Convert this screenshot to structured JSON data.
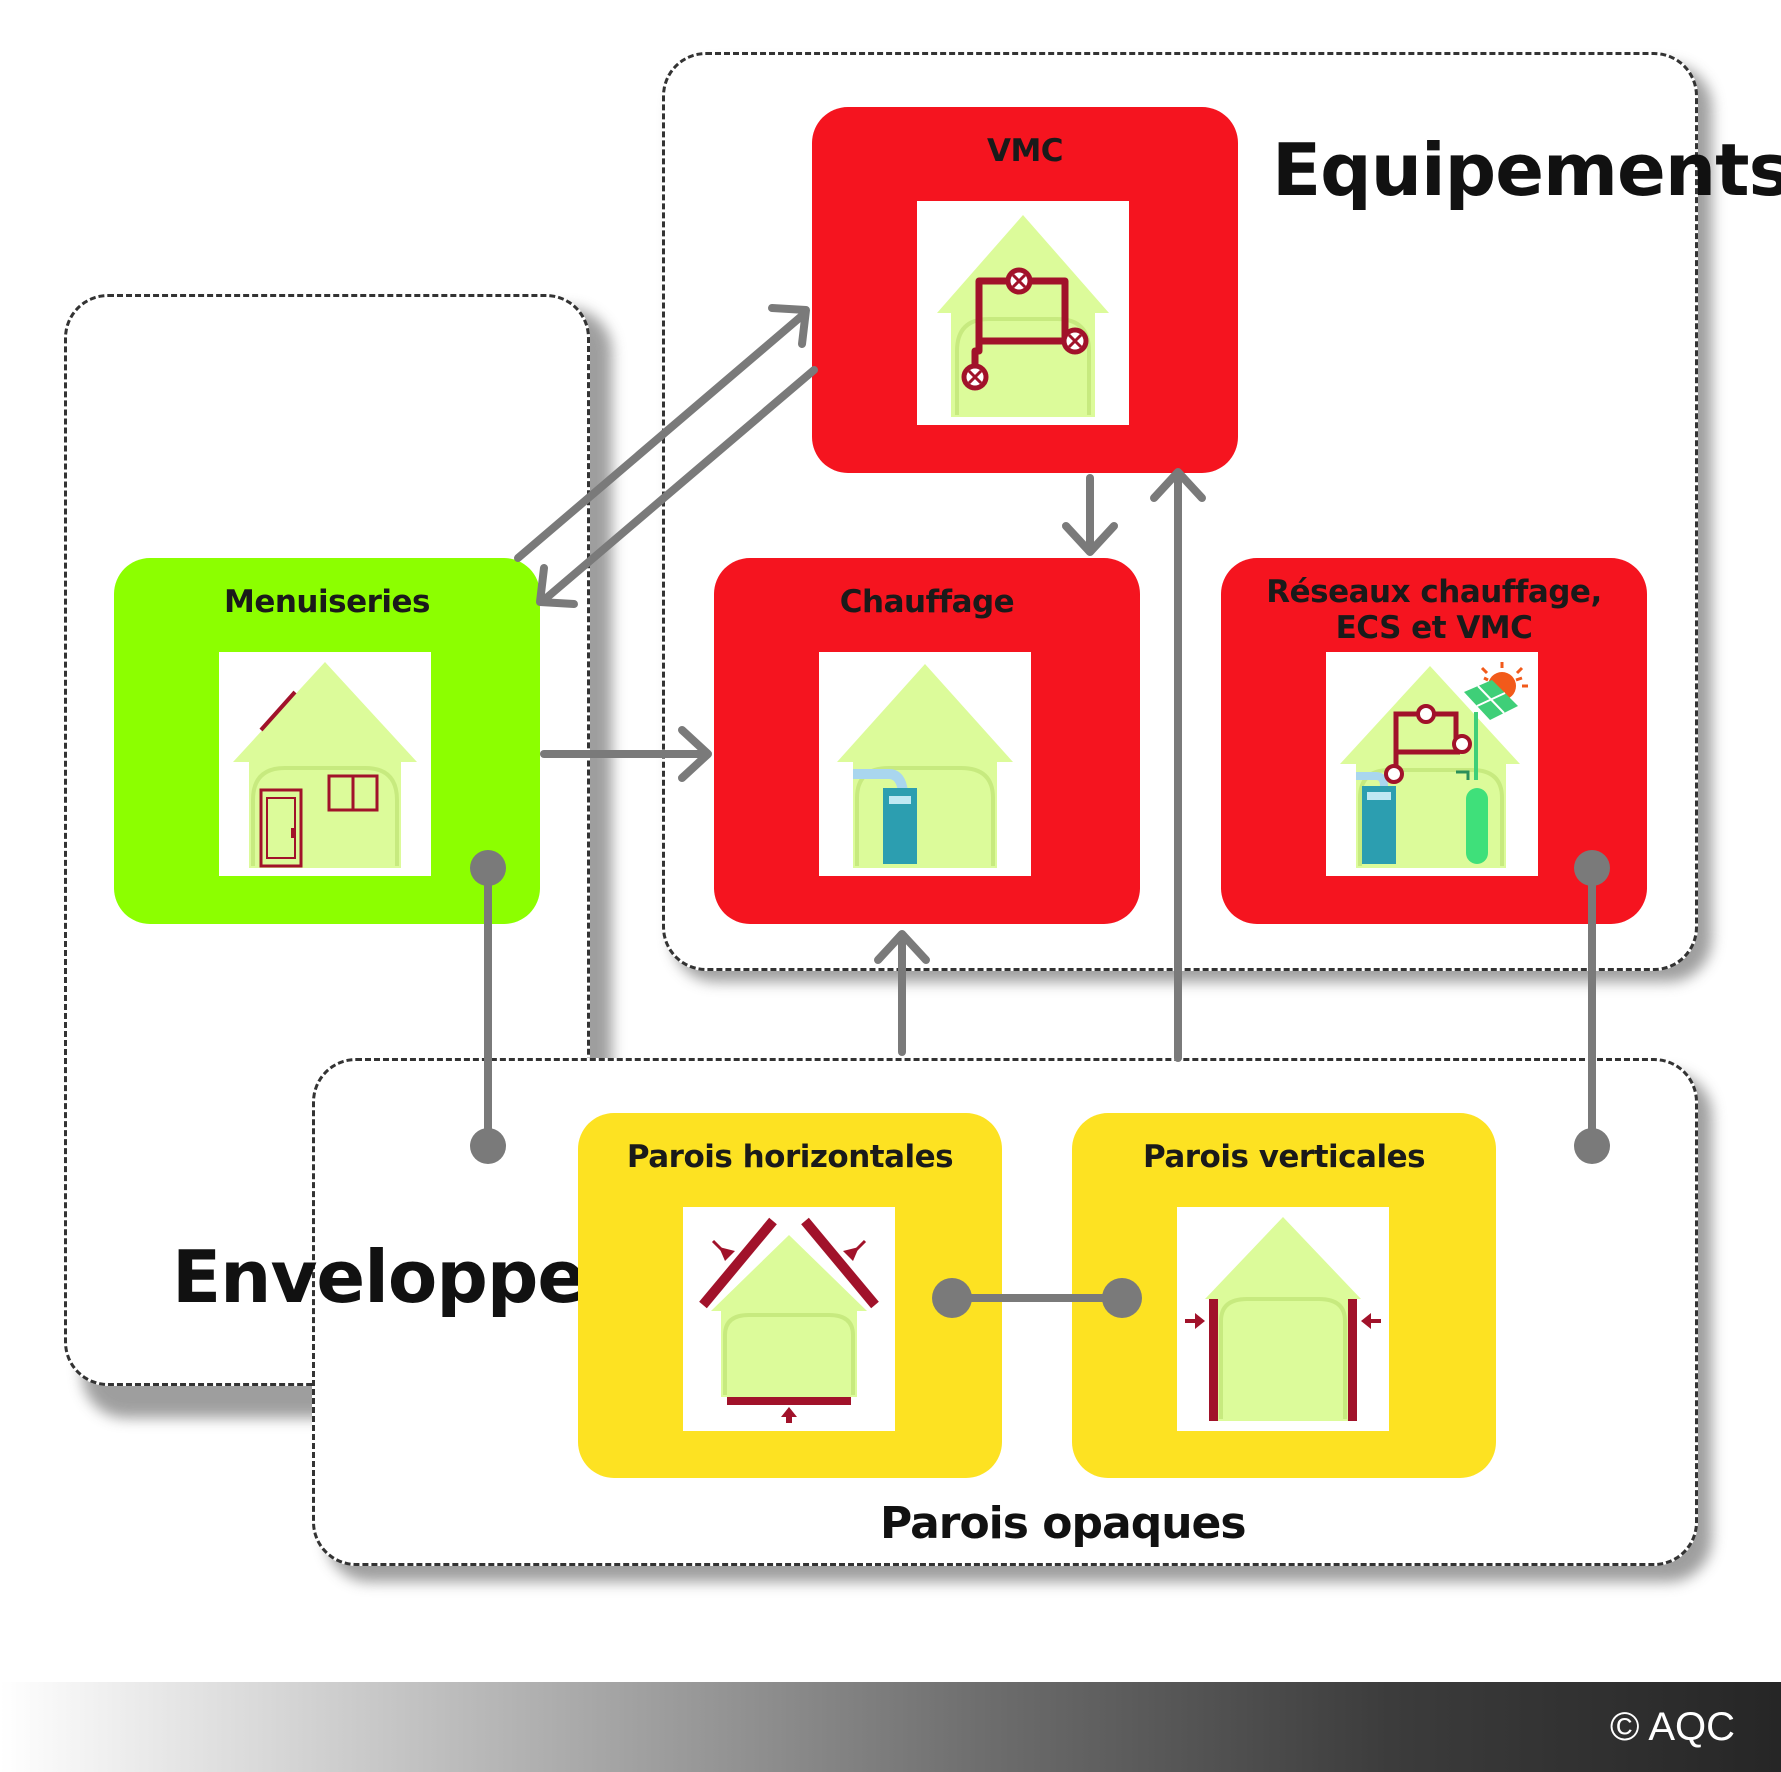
{
  "groups": {
    "equipements": "Equipements",
    "enveloppe": "Enveloppe",
    "parois_opaques": "Parois opaques"
  },
  "boxes": {
    "vmc": "VMC",
    "menuiseries": "Menuiseries",
    "chauffage": "Chauffage",
    "reseaux_line1": "Réseaux chauffage,",
    "reseaux_line2": "ECS et VMC",
    "parois_horizontales": "Parois horizontales",
    "parois_verticales": "Parois verticales"
  },
  "colors": {
    "equipement_box": "#f5141f",
    "menuiseries_box": "#8cff00",
    "parois_box": "#fde222",
    "house_fill": "#dcfb9a",
    "detail": "#a1122a",
    "connector": "#7a7a7a"
  },
  "icons": [
    "house-vmc-icon",
    "house-window-door-icon",
    "house-heater-icon",
    "house-network-solar-icon",
    "house-horizontal-walls-icon",
    "house-vertical-walls-icon"
  ],
  "footer": {
    "copyright": "© AQC"
  }
}
